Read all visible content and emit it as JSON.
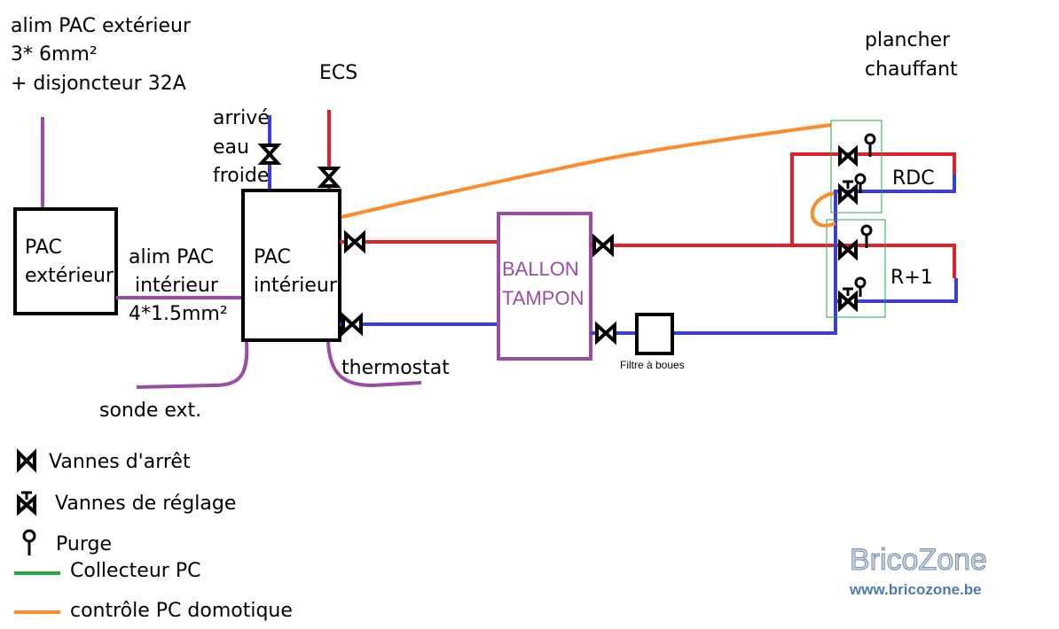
{
  "labels": {
    "alim_ext_1": "alim PAC extérieur",
    "alim_ext_2": "3* 6mm²",
    "alim_ext_3": "+ disjoncteur 32A",
    "ecs": "ECS",
    "arrive_1": "arrivé",
    "arrive_2": "eau",
    "arrive_3": "froide",
    "plancher_1": "plancher",
    "plancher_2": "chauffant",
    "pac_ext_1": "PAC",
    "pac_ext_2": "extérieur",
    "alim_int_1": "alim PAC",
    "alim_int_2": "intérieur",
    "alim_int_3": "4*1.5mm²",
    "pac_int_1": "PAC",
    "pac_int_2": "intérieur",
    "ballon_1": "BALLON",
    "ballon_2": "TAMPON",
    "rdc": "RDC",
    "r1": "R+1",
    "filtre": "Filtre à boues",
    "thermostat": "thermostat",
    "sonde": "sonde ext."
  },
  "legend": [
    {
      "icon": "stop-valve-icon",
      "label": "Vannes d'arrêt"
    },
    {
      "icon": "balancing-valve-icon",
      "label": "Vannes de réglage"
    },
    {
      "icon": "purge-icon",
      "label": "Purge"
    },
    {
      "icon": "green-line-icon",
      "label": "Collecteur PC",
      "color": "#22a844"
    },
    {
      "icon": "orange-line-icon",
      "label": "contrôle PC domotique",
      "color": "#ff8a2a"
    }
  ],
  "watermark": {
    "brand": "BricoZone",
    "url": "www.bricozone.be"
  },
  "colors": {
    "hot": "#e0202a",
    "cold": "#3a3fd0",
    "electric": "#9b4da6",
    "orange": "#ff8a2a",
    "green": "#22a844",
    "ballon": "#9b4da6"
  }
}
